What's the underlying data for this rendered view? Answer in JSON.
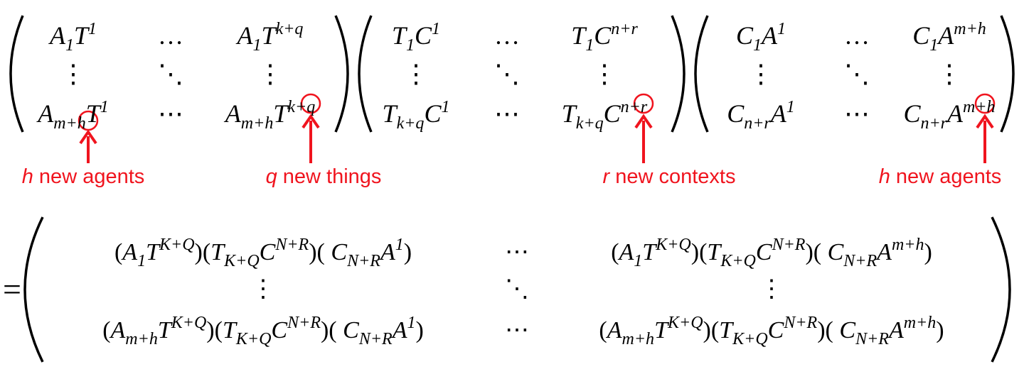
{
  "top_matrices": [
    {
      "rows": [
        [
          [
            {
              "b": "A",
              "sub": "1"
            },
            {
              "b": "T",
              "sup": "1"
            }
          ],
          "…",
          [
            {
              "b": "A",
              "sub": "1"
            },
            {
              "b": "T",
              "sup": "k+q"
            }
          ]
        ],
        [
          "⋮",
          "⋱",
          "⋮"
        ],
        [
          [
            {
              "b": "A",
              "sub": "m+h"
            },
            {
              "b": "T",
              "sup": "1"
            }
          ],
          "⋯",
          [
            {
              "b": "A",
              "sub": "m+h"
            },
            {
              "b": "T",
              "sup": "k+q"
            }
          ]
        ]
      ]
    },
    {
      "rows": [
        [
          [
            {
              "b": "T",
              "sub": "1"
            },
            {
              "b": "C",
              "sup": "1"
            }
          ],
          "…",
          [
            {
              "b": "T",
              "sub": "1"
            },
            {
              "b": "C",
              "sup": "n+r"
            }
          ]
        ],
        [
          "⋮",
          "⋱",
          "⋮"
        ],
        [
          [
            {
              "b": "T",
              "sub": "k+q"
            },
            {
              "b": "C",
              "sup": "1"
            }
          ],
          "⋯",
          [
            {
              "b": "T",
              "sub": "k+q"
            },
            {
              "b": "C",
              "sup": "n+r"
            }
          ]
        ]
      ]
    },
    {
      "rows": [
        [
          [
            {
              "b": "C",
              "sub": "1"
            },
            {
              "b": "A",
              "sup": "1"
            }
          ],
          "…",
          [
            {
              "b": "C",
              "sub": "1"
            },
            {
              "b": "A",
              "sup": "m+h"
            }
          ]
        ],
        [
          "⋮",
          "⋱",
          "⋮"
        ],
        [
          [
            {
              "b": "C",
              "sub": "n+r"
            },
            {
              "b": "A",
              "sup": "1"
            }
          ],
          "⋯",
          [
            {
              "b": "C",
              "sub": "n+r"
            },
            {
              "b": "A",
              "sup": "m+h"
            }
          ]
        ]
      ]
    }
  ],
  "annotations": [
    {
      "var": "h",
      "text": " new agents"
    },
    {
      "var": "q",
      "text": " new things"
    },
    {
      "var": "r",
      "text": " new contexts"
    },
    {
      "var": "h",
      "text": " new agents"
    }
  ],
  "equals": "=",
  "result_matrix": {
    "rows": [
      [
        [
          {
            "p": "("
          },
          {
            "b": "A",
            "sub": "1"
          },
          {
            "b": "T",
            "sup": "K+Q"
          },
          {
            "p": ")("
          },
          {
            "b": "T",
            "sub": "K+Q"
          },
          {
            "b": "C",
            "sup": "N+R"
          },
          {
            "p": ")( "
          },
          {
            "b": "C",
            "sub": "N+R"
          },
          {
            "b": "A",
            "sup": "1"
          },
          {
            "p": ")"
          }
        ],
        "⋯",
        [
          {
            "p": "("
          },
          {
            "b": "A",
            "sub": "1"
          },
          {
            "b": "T",
            "sup": "K+Q"
          },
          {
            "p": ")("
          },
          {
            "b": "T",
            "sub": "K+Q"
          },
          {
            "b": "C",
            "sup": "N+R"
          },
          {
            "p": ")( "
          },
          {
            "b": "C",
            "sub": "N+R"
          },
          {
            "b": "A",
            "sup": "m+h"
          },
          {
            "p": ")"
          }
        ]
      ],
      [
        "⋮",
        "⋱",
        "⋮"
      ],
      [
        [
          {
            "p": "("
          },
          {
            "b": "A",
            "sub": "m+h"
          },
          {
            "b": "T",
            "sup": "K+Q"
          },
          {
            "p": ")("
          },
          {
            "b": "T",
            "sub": "K+Q"
          },
          {
            "b": "C",
            "sup": "N+R"
          },
          {
            "p": ")( "
          },
          {
            "b": "C",
            "sub": "N+R"
          },
          {
            "b": "A",
            "sup": "1"
          },
          {
            "p": ")"
          }
        ],
        "⋯",
        [
          {
            "p": "("
          },
          {
            "b": "A",
            "sub": "m+h"
          },
          {
            "b": "T",
            "sup": "K+Q"
          },
          {
            "p": ")("
          },
          {
            "b": "T",
            "sub": "K+Q"
          },
          {
            "b": "C",
            "sup": "N+R"
          },
          {
            "p": ")( "
          },
          {
            "b": "C",
            "sub": "N+R"
          },
          {
            "b": "A",
            "sup": "m+h"
          },
          {
            "p": ")"
          }
        ]
      ]
    ]
  },
  "colors": {
    "annotation": "#f0141e",
    "text": "#000000"
  }
}
